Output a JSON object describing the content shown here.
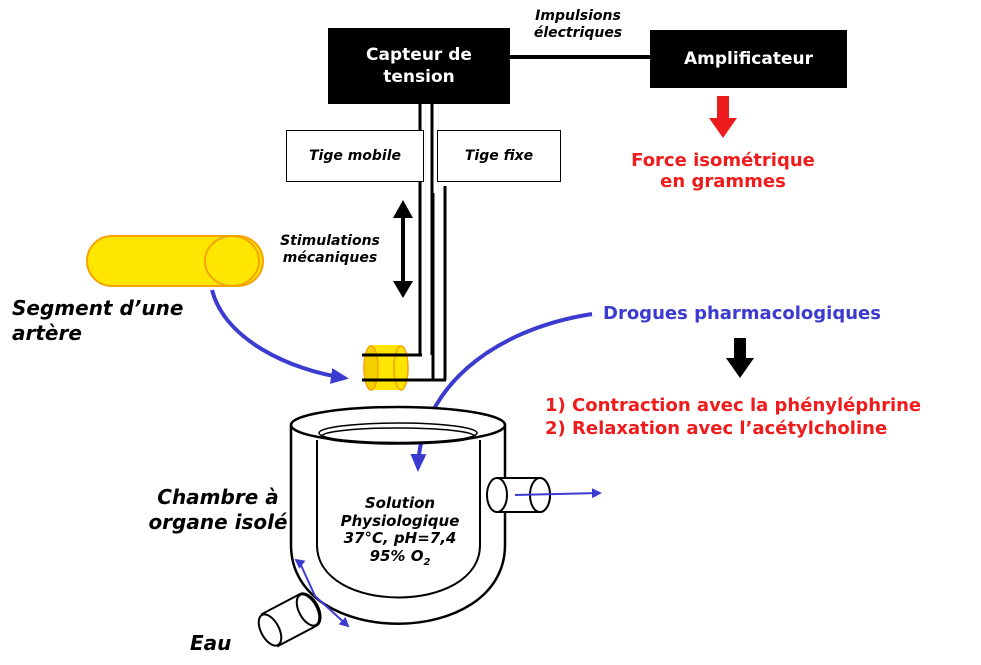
{
  "sensor": {
    "line1": "Capteur de",
    "line2": "tension"
  },
  "amplifier": {
    "label": "Amplificateur"
  },
  "impulses": {
    "line1": "Impulsions",
    "line2": "électriques"
  },
  "rods": {
    "mobile": "Tige mobile",
    "fixed": "Tige fixe"
  },
  "force": {
    "line1": "Force isométrique",
    "line2": "en grammes"
  },
  "stim": {
    "line1": "Stimulations",
    "line2": "mécaniques"
  },
  "segment": {
    "line1": "Segment d’une",
    "line2": "artère"
  },
  "drugs": {
    "label": "Drogues pharmacologiques"
  },
  "effects": {
    "line1": "1) Contraction avec la phényléphrine",
    "line2": "2) Relaxation avec l’acétylcholine"
  },
  "chamber": {
    "line1": "Chambre à",
    "line2": "organe isolé"
  },
  "solution": {
    "line1": "Solution",
    "line2": "Physiologique",
    "line3": "37°C, pH=7,4",
    "line4_main": "95% O",
    "line4_sub": "2"
  },
  "water": {
    "label": "Eau"
  },
  "colors": {
    "red": "#ee1c1c",
    "blue": "#3b3bd0",
    "yellow": "#ffe600",
    "orange": "#f5a300"
  }
}
